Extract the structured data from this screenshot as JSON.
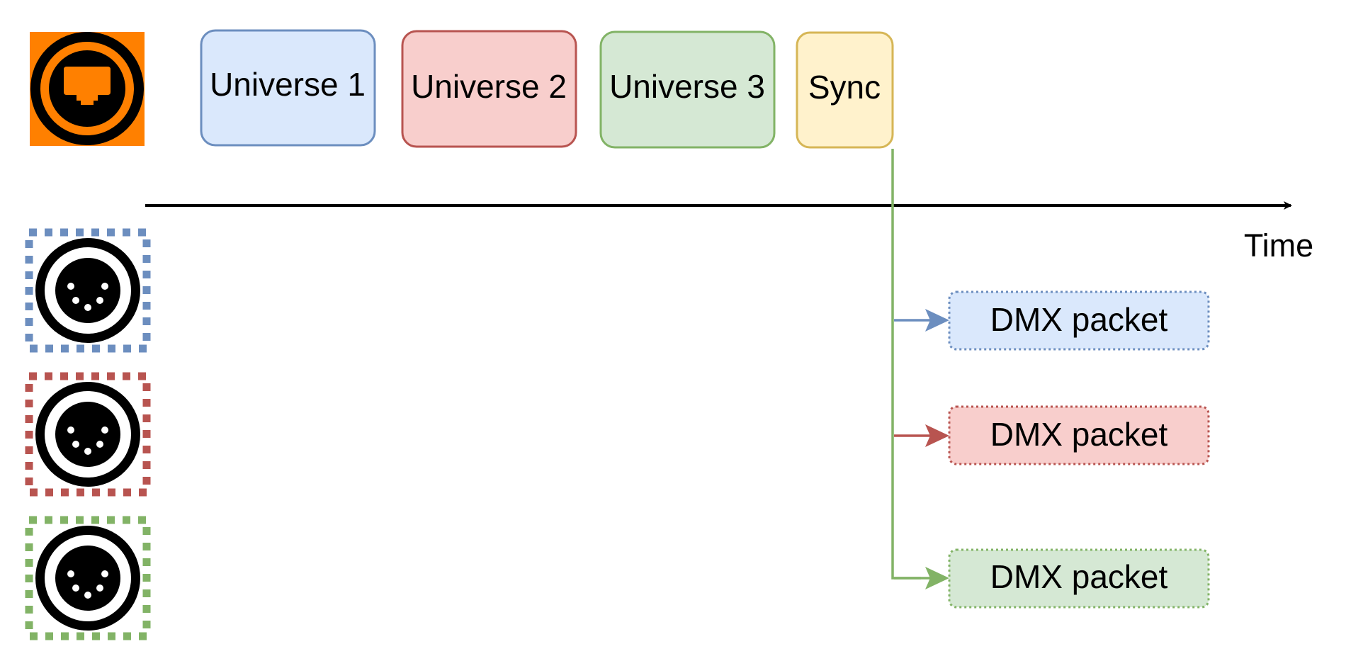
{
  "packets": [
    {
      "label": "Universe 1",
      "fill": "#dae8fc",
      "stroke": "#6c8ebf"
    },
    {
      "label": "Universe 2",
      "fill": "#f8cecc",
      "stroke": "#b85450"
    },
    {
      "label": "Universe 3",
      "fill": "#d5e8d4",
      "stroke": "#82b366"
    },
    {
      "label": "Sync",
      "fill": "#fff2cc",
      "stroke": "#d6b656"
    }
  ],
  "axis": {
    "label": "Time"
  },
  "outputs": [
    {
      "label": "DMX packet",
      "fill": "#dae8fc",
      "stroke": "#6c8ebf"
    },
    {
      "label": "DMX packet",
      "fill": "#f8cecc",
      "stroke": "#b85450"
    },
    {
      "label": "DMX packet",
      "fill": "#d5e8d4",
      "stroke": "#82b366"
    }
  ],
  "icons": {
    "network": {
      "name": "ethernet-port-icon",
      "background": "#ff8000"
    },
    "dmx": [
      {
        "name": "dmx-connector-icon",
        "border": "#6c8ebf"
      },
      {
        "name": "dmx-connector-icon",
        "border": "#b85450"
      },
      {
        "name": "dmx-connector-icon",
        "border": "#82b366"
      }
    ]
  },
  "colors": {
    "sync_line": "#82b366",
    "axis": "#000000"
  }
}
